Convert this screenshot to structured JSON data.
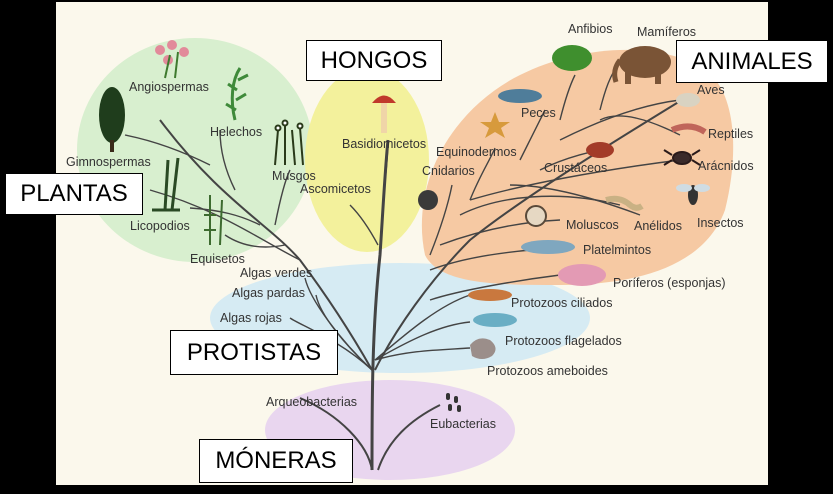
{
  "groups": {
    "plantas": "PLANTAS",
    "hongos": "HONGOS",
    "animales": "ANIMALES",
    "protistas": "PROTISTAS",
    "moneras": "MÓNERAS"
  },
  "labels": {
    "angiospermas": "Angiospermas",
    "helechos": "Helechos",
    "gimnospermas": "Gimnospermas",
    "musgos": "Musgos",
    "licopodios": "Licopodios",
    "equisetos": "Equisetos",
    "basidiomicetos": "Basidiomicetos",
    "ascomicetos": "Ascomicetos",
    "anfibios": "Anfibios",
    "mamiferos": "Mamíferos",
    "aves": "Aves",
    "peces": "Peces",
    "reptiles": "Reptiles",
    "equinodermos": "Equinodermos",
    "cnidarios": "Cnidarios",
    "aracnidos": "Arácnidos",
    "crustaceos": "Crustáceos",
    "insectos": "Insectos",
    "moluscos": "Moluscos",
    "anelidos": "Anélidos",
    "platelmintos": "Platelmintos",
    "poriferos": "Poríferos (esponjas)",
    "algas_verdes": "Algas verdes",
    "algas_pardas": "Algas pardas",
    "algas_rojas": "Algas rojas",
    "protozoos_ciliados": "Protozoos ciliados",
    "protozoos_flagelados": "Protozoos flagelados",
    "protozoos_ameboides": "Protozoos ameboides",
    "arqueobacterias": "Arqueobacterias",
    "eubacterias": "Eubacterias"
  },
  "colors": {
    "background": "#fbf8ec",
    "plantas_region": "#d8efcf",
    "hongos_region": "#f3f19c",
    "animales_region": "#f6c9a3",
    "protistas_region": "#d6ebf3",
    "moneras_region": "#e9d6ef",
    "branch": "#444444"
  }
}
